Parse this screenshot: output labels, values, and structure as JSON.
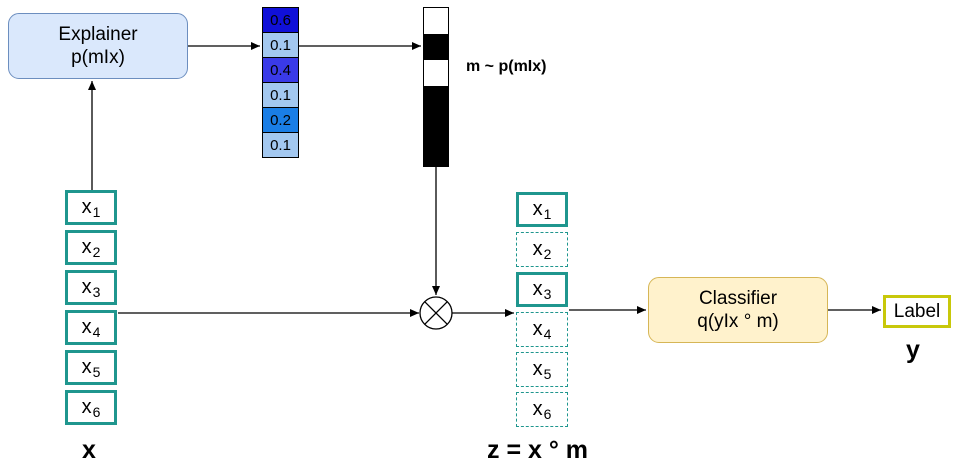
{
  "explainer": {
    "title": "Explainer",
    "formula": "p(mIx)"
  },
  "probabilities": [
    {
      "value": "0.6",
      "color": "#1010d8"
    },
    {
      "value": "0.1",
      "color": "#a3c8f0"
    },
    {
      "value": "0.4",
      "color": "#3a3ae8"
    },
    {
      "value": "0.1",
      "color": "#a3c8f0"
    },
    {
      "value": "0.2",
      "color": "#1a7ee6"
    },
    {
      "value": "0.1",
      "color": "#a3c8f0"
    }
  ],
  "mask": {
    "label": "m ~ p(mIx)",
    "values": [
      0,
      1,
      0,
      1,
      1,
      1
    ]
  },
  "input": {
    "label": "x",
    "features": [
      {
        "base": "x",
        "index": "1"
      },
      {
        "base": "x",
        "index": "2"
      },
      {
        "base": "x",
        "index": "3"
      },
      {
        "base": "x",
        "index": "4"
      },
      {
        "base": "x",
        "index": "5"
      },
      {
        "base": "x",
        "index": "6"
      }
    ]
  },
  "output": {
    "label": "z = x ° m",
    "selected": [
      true,
      false,
      true,
      false,
      false,
      false
    ]
  },
  "classifier": {
    "title": "Classifier",
    "formula": "q(yIx ° m)"
  },
  "result": {
    "box": "Label",
    "label": "y"
  },
  "colors": {
    "feature_border": "#1f968e",
    "explainer_fill": "#dae8fc",
    "classifier_fill": "#fff2cc",
    "label_border": "#c8c80a"
  }
}
